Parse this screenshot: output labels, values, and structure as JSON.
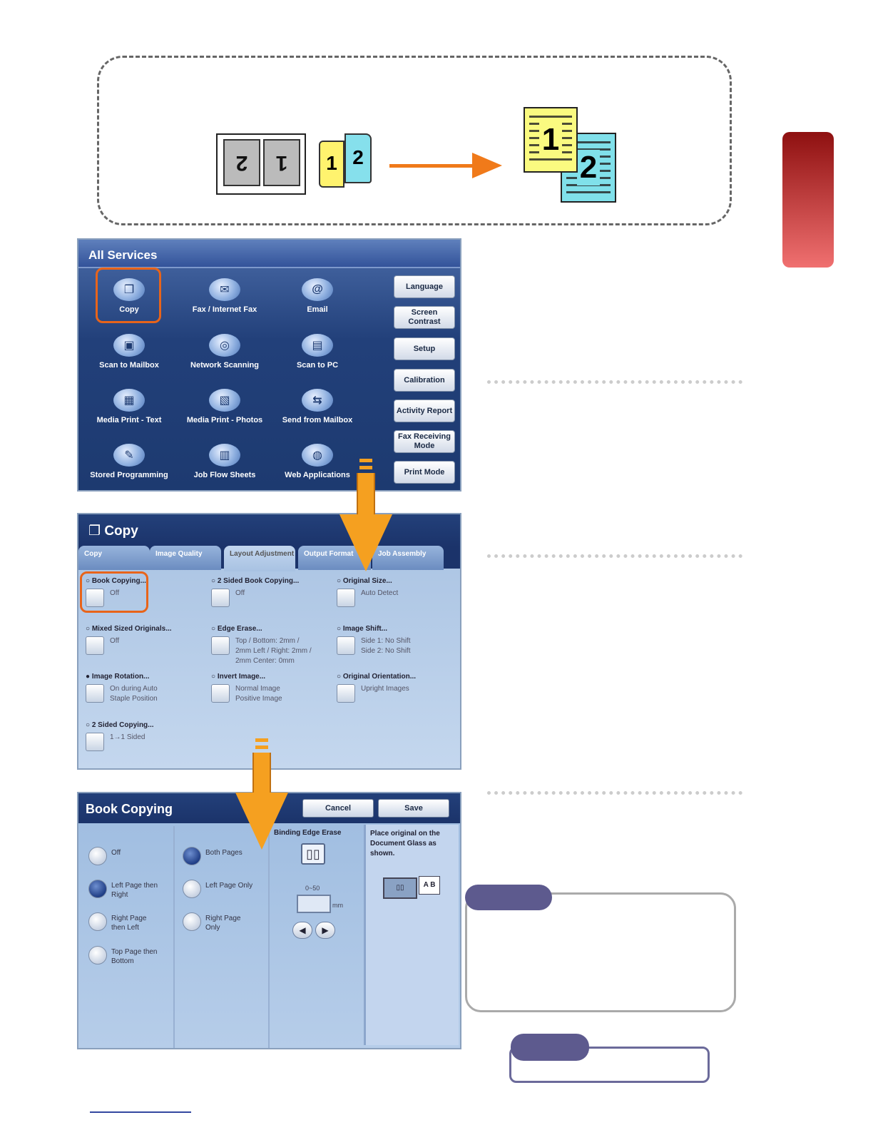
{
  "illustration": {
    "book_pages": [
      "2",
      "1"
    ],
    "open_book_pages": [
      "1",
      "2"
    ],
    "output_docs": [
      "1",
      "2"
    ],
    "colors": {
      "arrow": "#f07a1a",
      "doc1": "#fafa80",
      "doc2": "#80e0ea",
      "side_tab": "#b01a1a"
    }
  },
  "all_services": {
    "title": "All Services",
    "services": [
      {
        "label": "Copy",
        "icon": "copy-icon"
      },
      {
        "label": "Fax / Internet Fax",
        "icon": "fax-icon"
      },
      {
        "label": "Email",
        "icon": "email-icon"
      },
      {
        "label": "Scan to Mailbox",
        "icon": "mailbox-icon"
      },
      {
        "label": "Network Scanning",
        "icon": "network-icon"
      },
      {
        "label": "Scan to PC",
        "icon": "pc-icon"
      },
      {
        "label": "Media Print - Text",
        "icon": "media-text-icon"
      },
      {
        "label": "Media Print - Photos",
        "icon": "media-photo-icon"
      },
      {
        "label": "Send from Mailbox",
        "icon": "send-mailbox-icon"
      },
      {
        "label": "Stored Programming",
        "icon": "stored-program-icon"
      },
      {
        "label": "Job Flow Sheets",
        "icon": "job-flow-icon"
      },
      {
        "label": "Web Applications",
        "icon": "web-icon"
      }
    ],
    "side_buttons": [
      "Language",
      "Screen Contrast",
      "Setup",
      "Calibration",
      "Activity Report",
      "Fax Receiving Mode",
      "Print Mode"
    ]
  },
  "copy_screen": {
    "title": "Copy",
    "tabs": [
      "Copy",
      "Image Quality",
      "Layout Adjustment",
      "Output Format",
      "Job Assembly"
    ],
    "options": [
      {
        "label": "Book Copying...",
        "value": "Off"
      },
      {
        "label": "2 Sided Book Copying...",
        "value": "Off"
      },
      {
        "label": "Original Size...",
        "value": "Auto Detect"
      },
      {
        "label": "Mixed Sized Originals...",
        "value": "Off"
      },
      {
        "label": "Edge Erase...",
        "value": "Top / Bottom: 2mm / 2mm Left / Right: 2mm / 2mm Center: 0mm"
      },
      {
        "label": "Image Shift...",
        "value": "Side 1: No Shift Side 2: No Shift"
      },
      {
        "label": "Image Rotation...",
        "value": "On during Auto Staple Position"
      },
      {
        "label": "Invert Image...",
        "value": "Normal Image Positive Image"
      },
      {
        "label": "Original Orientation...",
        "value": "Upright Images"
      },
      {
        "label": "2 Sided Copying...",
        "value": "1→1 Sided"
      }
    ]
  },
  "book_copying": {
    "title": "Book Copying",
    "cancel": "Cancel",
    "save": "Save",
    "mode_options": [
      "Off",
      "Left Page then Right",
      "Right Page then Left",
      "Top Page then Bottom"
    ],
    "page_options": [
      "Both Pages",
      "Left Page Only",
      "Right Page Only"
    ],
    "binding_label": "Binding Edge Erase",
    "range": "0~50",
    "unit": "mm",
    "instruction": "Place original on the Document Glass as shown.",
    "diagram_letters": [
      "A",
      "B"
    ]
  }
}
